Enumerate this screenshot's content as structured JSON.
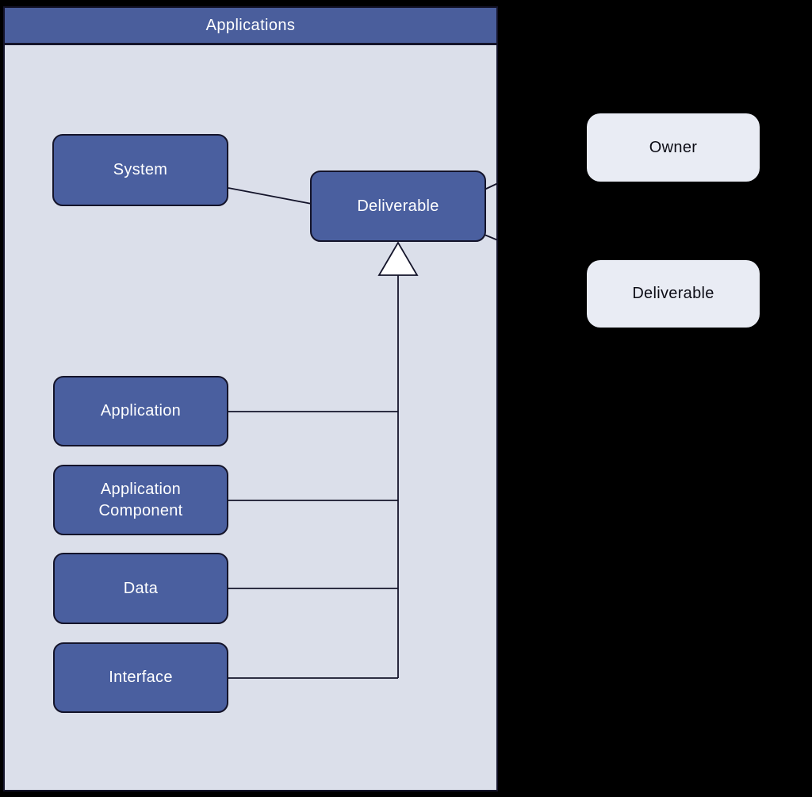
{
  "colors": {
    "canvas_bg": "#000000",
    "panel_bg": "#dbdfea",
    "header_blue": "#4a5e9c",
    "node_blue": "#4a5f9f",
    "outer_node_bg": "#e9ecf4",
    "stroke": "#14142a",
    "node_text": "#ffffff",
    "outer_node_text": "#0d0d16"
  },
  "diagram": {
    "container_title": "Applications",
    "inner_nodes": [
      {
        "id": "system",
        "label": "System"
      },
      {
        "id": "deliverable",
        "label": "Deliverable"
      },
      {
        "id": "application",
        "label": "Application"
      },
      {
        "id": "application_component",
        "label": "Application Component"
      },
      {
        "id": "data",
        "label": "Data"
      },
      {
        "id": "interface",
        "label": "Interface"
      }
    ],
    "external_nodes": [
      {
        "id": "owner",
        "label": "Owner"
      },
      {
        "id": "deliverable_external",
        "label": "Deliverable"
      }
    ],
    "relationships": [
      {
        "type": "association",
        "from": "System",
        "to": "Deliverable"
      },
      {
        "type": "generalization",
        "parent": "Deliverable",
        "child": "Application"
      },
      {
        "type": "generalization",
        "parent": "Deliverable",
        "child": "Application Component"
      },
      {
        "type": "generalization",
        "parent": "Deliverable",
        "child": "Data"
      },
      {
        "type": "generalization",
        "parent": "Deliverable",
        "child": "Interface"
      },
      {
        "type": "association-stub",
        "from": "Deliverable",
        "to": "right-edge-upper"
      },
      {
        "type": "association-stub",
        "from": "Deliverable",
        "to": "right-edge-lower"
      }
    ]
  }
}
